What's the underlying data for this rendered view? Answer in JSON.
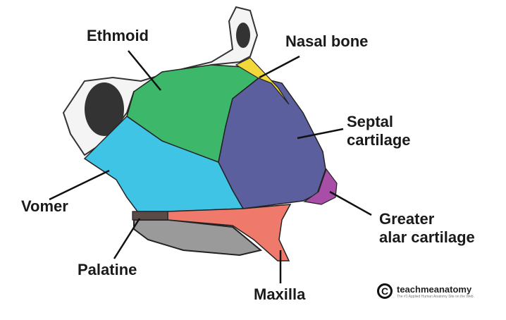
{
  "labels": {
    "ethmoid": "Ethmoid",
    "nasal_bone": "Nasal bone",
    "septal_cartilage": [
      "Septal",
      "cartilage"
    ],
    "vomer": "Vomer",
    "greater_alar_cartilage": [
      "Greater",
      "alar cartilage"
    ],
    "palatine": "Palatine",
    "maxilla": "Maxilla"
  },
  "logo": {
    "name": "teachmeanatomy",
    "tagline": "The #1 Applied Human Anatomy Site on the Web."
  },
  "colors": {
    "ethmoid": "#3db86a",
    "vomer": "#3fc4e6",
    "septal": "#5b5f9e",
    "nasal": "#f3d83a",
    "alar": "#a84ea6",
    "maxilla": "#ef7a6c",
    "palatine": "#5a4a48"
  }
}
